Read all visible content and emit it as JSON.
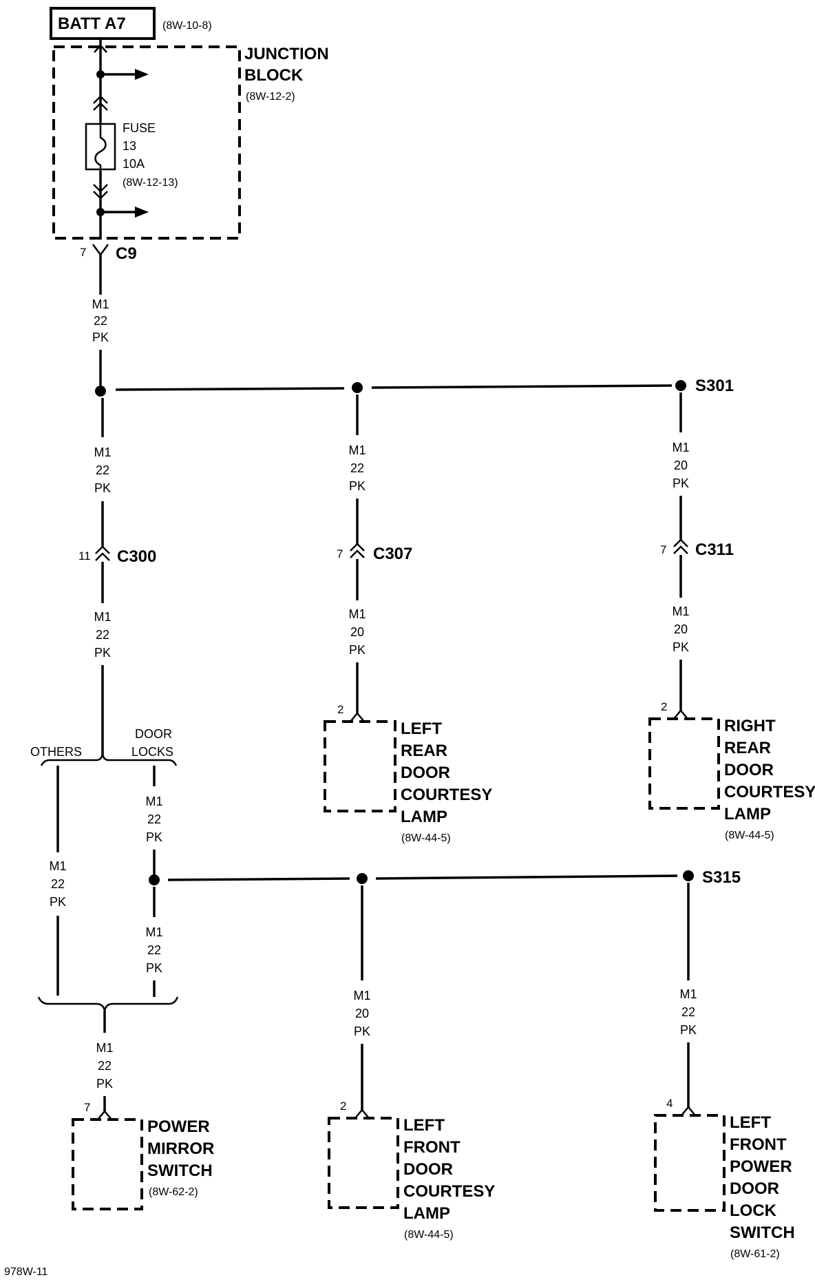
{
  "batt": {
    "label": "BATT A7",
    "ref": "(8W-10-8)"
  },
  "junction": {
    "line1": "JUNCTION",
    "line2": "BLOCK",
    "ref": "(8W-12-2)"
  },
  "fuse": {
    "line1": "FUSE",
    "line2": "13",
    "line3": "10A",
    "ref": "(8W-12-13)"
  },
  "c9": {
    "pin": "7",
    "label": "C9"
  },
  "wire_m1_22": {
    "circuit": "M1",
    "gauge": "22",
    "color": "PK"
  },
  "wire_m1_20": {
    "circuit": "M1",
    "gauge": "20",
    "color": "PK"
  },
  "s301": "S301",
  "s315": "S315",
  "c300": {
    "pin": "11",
    "label": "C300"
  },
  "c307": {
    "pin": "7",
    "label": "C307"
  },
  "c311": {
    "pin": "7",
    "label": "C311"
  },
  "branch": {
    "others": "OTHERS",
    "door1": "DOOR",
    "door2": "LOCKS"
  },
  "lr_lamp": {
    "pin": "2",
    "lines": [
      "LEFT",
      "REAR",
      "DOOR",
      "COURTESY",
      "LAMP"
    ],
    "ref": "(8W-44-5)"
  },
  "rr_lamp": {
    "pin": "2",
    "lines": [
      "RIGHT",
      "REAR",
      "DOOR",
      "COURTESY",
      "LAMP"
    ],
    "ref": "(8W-44-5)"
  },
  "mirror": {
    "pin": "7",
    "lines": [
      "POWER",
      "MIRROR",
      "SWITCH"
    ],
    "ref": "(8W-62-2)"
  },
  "lf_lamp": {
    "pin": "2",
    "lines": [
      "LEFT",
      "FRONT",
      "DOOR",
      "COURTESY",
      "LAMP"
    ],
    "ref": "(8W-44-5)"
  },
  "lf_lock": {
    "pin": "4",
    "lines": [
      "LEFT",
      "FRONT",
      "POWER",
      "DOOR",
      "LOCK",
      "SWITCH"
    ],
    "ref": "(8W-61-2)"
  },
  "figure_id": "978W-11"
}
